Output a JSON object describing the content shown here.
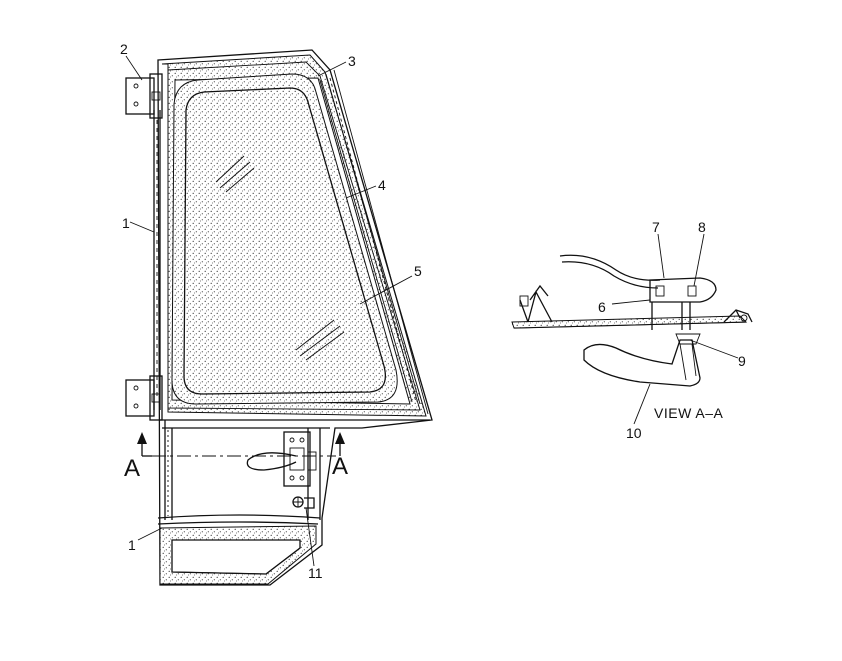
{
  "diagram": {
    "callouts": [
      {
        "id": "1a",
        "label": "1"
      },
      {
        "id": "1b",
        "label": "1"
      },
      {
        "id": "2",
        "label": "2"
      },
      {
        "id": "3",
        "label": "3"
      },
      {
        "id": "4",
        "label": "4"
      },
      {
        "id": "5",
        "label": "5"
      },
      {
        "id": "6",
        "label": "6"
      },
      {
        "id": "7",
        "label": "7"
      },
      {
        "id": "8",
        "label": "8"
      },
      {
        "id": "9",
        "label": "9"
      },
      {
        "id": "10",
        "label": "10"
      },
      {
        "id": "11",
        "label": "11"
      }
    ],
    "section_marks": [
      "A",
      "A"
    ],
    "view_label": "VIEW A–A"
  }
}
